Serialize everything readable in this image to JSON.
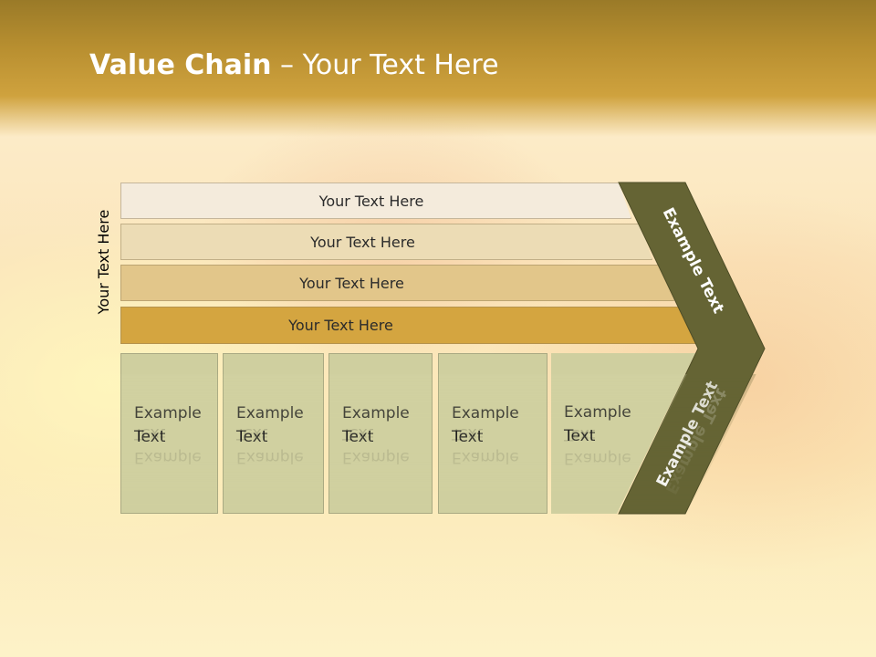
{
  "slide": {
    "title_bold": "Value Chain",
    "title_rest": " – Your Text Here",
    "side_label": "Your Text Here"
  },
  "bars": [
    {
      "label": "Your Text Here",
      "color": "#f4ebdc"
    },
    {
      "label": "Your Text Here",
      "color": "#ecdcb5"
    },
    {
      "label": "Your Text Here",
      "color": "#e2c68a"
    },
    {
      "label": "Your Text Here",
      "color": "#d4a540"
    }
  ],
  "boxes": [
    {
      "line1": "Example",
      "line2": "Text"
    },
    {
      "line1": "Example",
      "line2": "Text"
    },
    {
      "line1": "Example",
      "line2": "Text"
    },
    {
      "line1": "Example",
      "line2": "Text"
    },
    {
      "line1": "Example",
      "line2": "Text"
    }
  ],
  "chevron": {
    "upper_label": "Example Text",
    "lower_label": "Example Text",
    "color": "#656434"
  },
  "colors": {
    "box_fill": "#cfcf9f",
    "title_bar": "#b88f30"
  }
}
